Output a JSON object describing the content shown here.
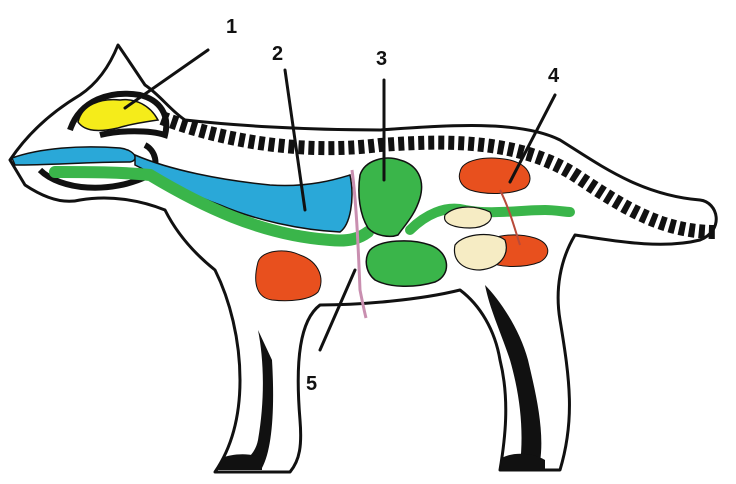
{
  "labels": [
    {
      "id": "1",
      "text": "1"
    },
    {
      "id": "2",
      "text": "2"
    },
    {
      "id": "3",
      "text": "3"
    },
    {
      "id": "4",
      "text": "4"
    },
    {
      "id": "5",
      "text": "5"
    }
  ],
  "colors": {
    "brain": "#f5ec1a",
    "lungs_trachea": "#2aa8d8",
    "digestive": "#3ab54a",
    "heart_kidney": "#e8501e",
    "bladder": "#f6ecc4",
    "outline": "#111111",
    "diaphragm": "#c98fb0"
  }
}
